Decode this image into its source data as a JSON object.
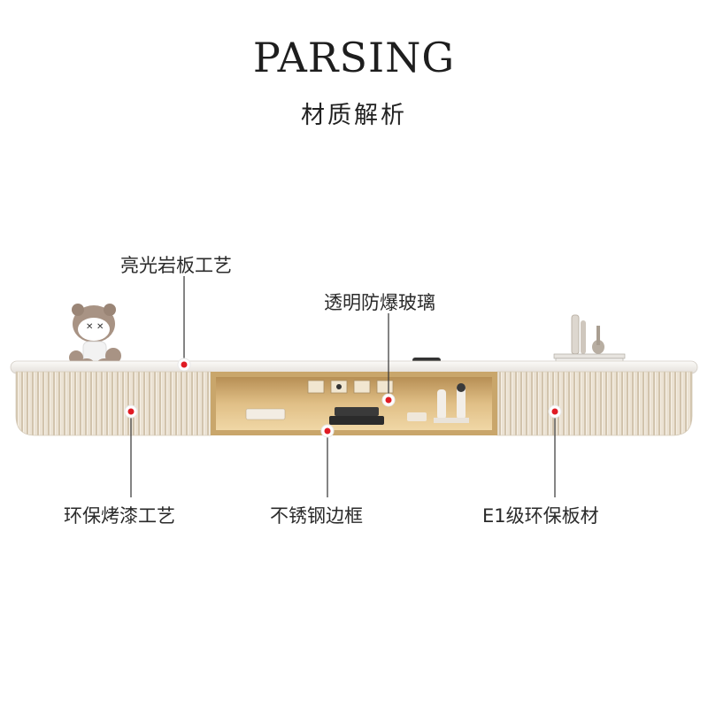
{
  "header": {
    "title": "PARSING",
    "subtitle": "材质解析"
  },
  "callouts": [
    {
      "label": "亮光岩板工艺"
    },
    {
      "label": "透明防爆玻璃"
    },
    {
      "label": "环保烤漆工艺"
    },
    {
      "label": "不锈钢边框"
    },
    {
      "label": "E1级环保板材"
    }
  ],
  "colors": {
    "cabinet": "#ece4d6",
    "groove": "#d3c6b0",
    "stone_top": "#f4f2ee",
    "frame": "#c9a66b",
    "interior": "#d8b57d",
    "marker": "#e01b24",
    "line": "#333333"
  },
  "icons": [
    "figurine-decoration",
    "vase-decoration",
    "book-stack",
    "remote-control",
    "wall-sockets",
    "router",
    "speaker"
  ]
}
